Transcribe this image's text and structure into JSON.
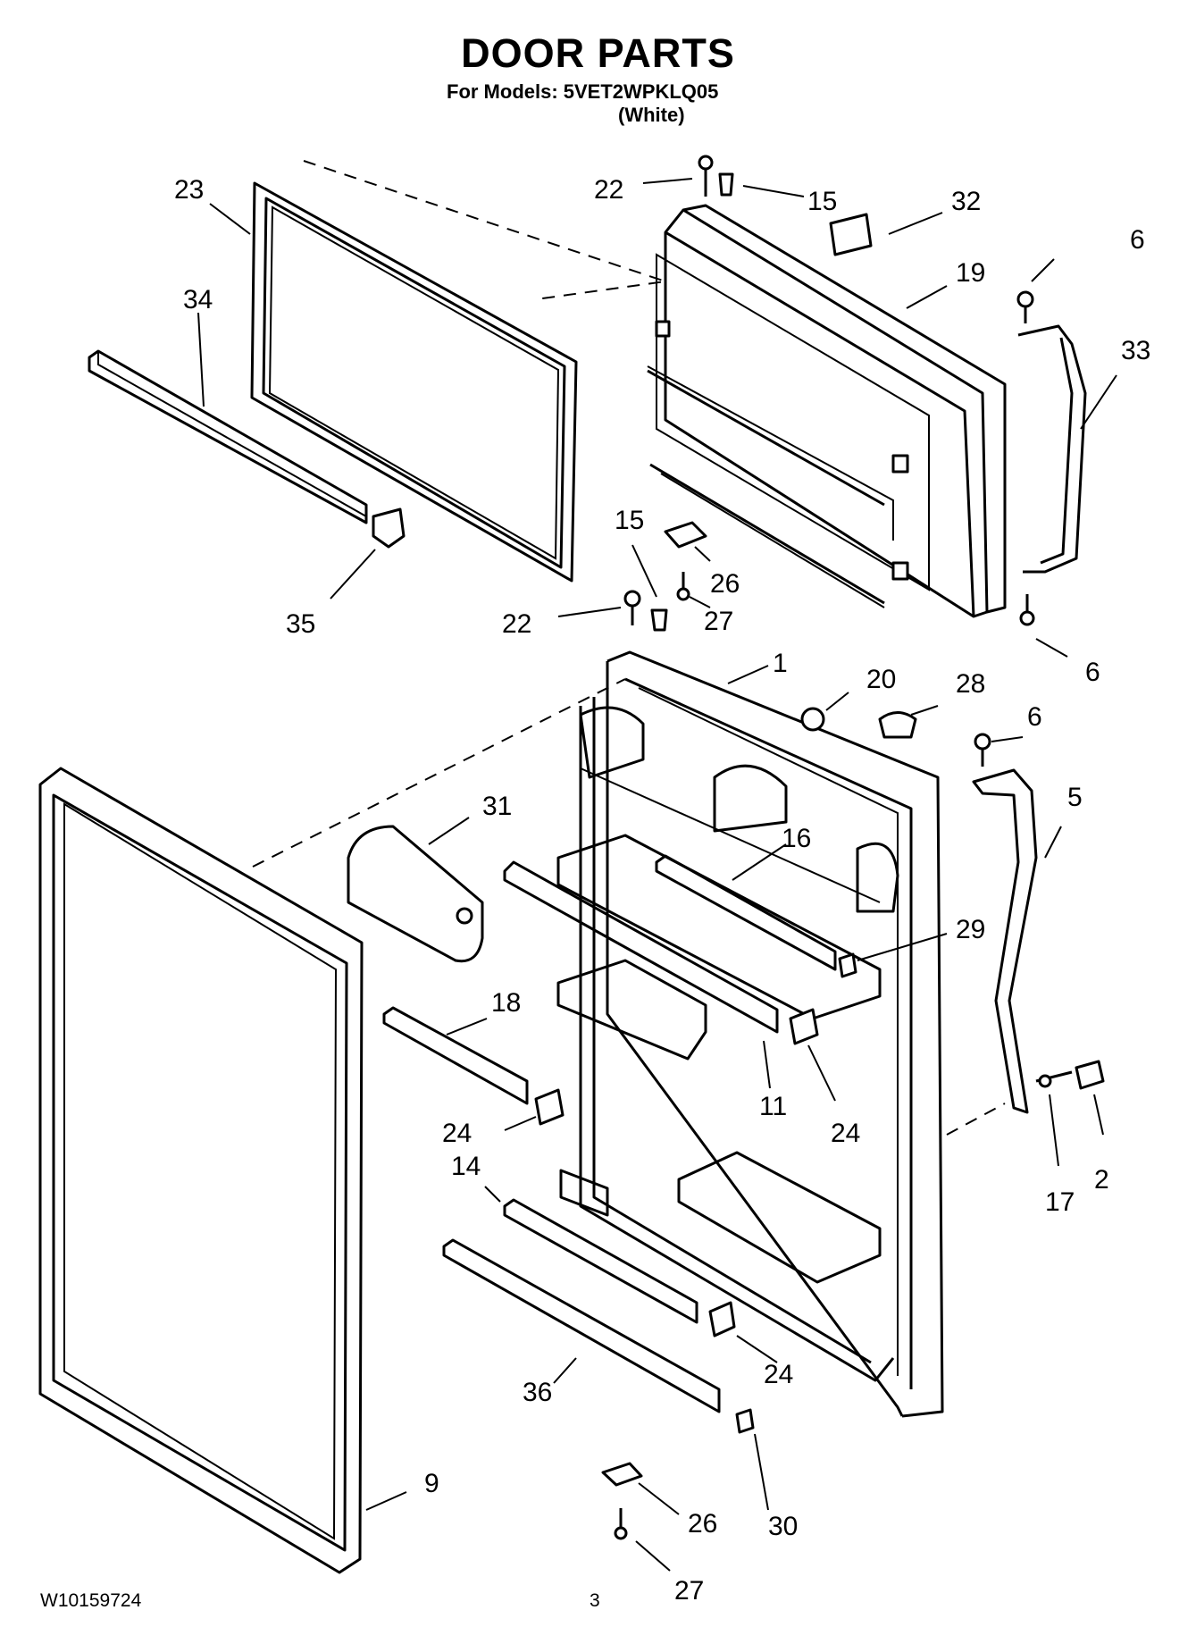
{
  "header": {
    "title": "DOOR PARTS",
    "models_line": "For Models: 5VET2WPKLQ05",
    "color": "(White)"
  },
  "footer": {
    "doc_number": "W10159724",
    "page_number": "3"
  },
  "callouts": {
    "c23": "23",
    "c34": "34",
    "c35": "35",
    "c22a": "22",
    "c15a": "15",
    "c32": "32",
    "c19": "19",
    "c6a": "6",
    "c33": "33",
    "c15b": "15",
    "c26a": "26",
    "c27a": "27",
    "c22b": "22",
    "c6b": "6",
    "c1": "1",
    "c20": "20",
    "c28": "28",
    "c6c": "6",
    "c31": "31",
    "c5": "5",
    "c16": "16",
    "c29": "29",
    "c18": "18",
    "c24a": "24",
    "c11": "11",
    "c24b": "24",
    "c17": "17",
    "c2": "2",
    "c14": "14",
    "c24c": "24",
    "c36": "36",
    "c26b": "26",
    "c30": "30",
    "c9": "9",
    "c27b": "27"
  }
}
